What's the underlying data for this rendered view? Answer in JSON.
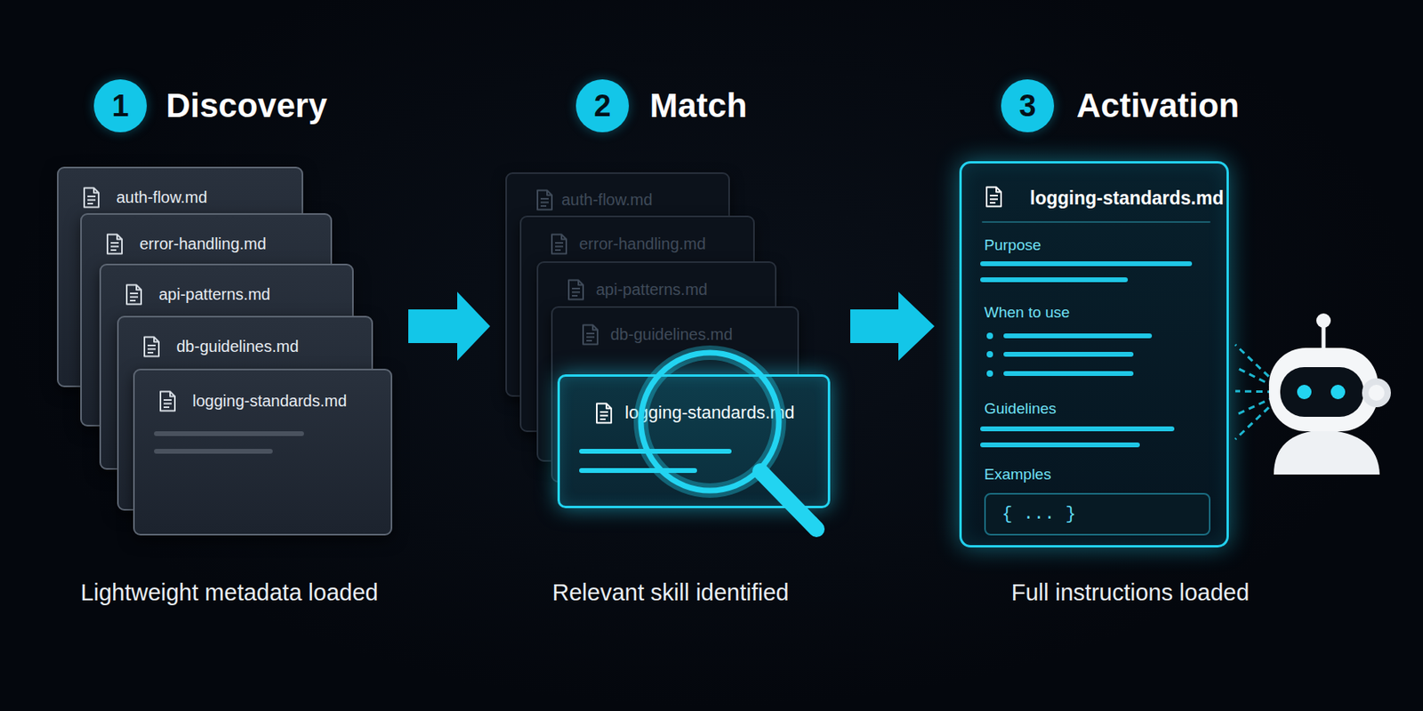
{
  "diagram": {
    "nodes": [
      {
        "text": [
          "1"
        ]
      },
      {
        "text": [
          "auth-flow.md"
        ]
      },
      {
        "text": [
          "error-handling.md"
        ]
      },
      {
        "text": [
          "api-patterns.md"
        ]
      },
      {
        "text": [
          "db-guidelines.md"
        ]
      },
      {
        "text": [
          "logging-standards.md"
        ]
      },
      {
        "text": [
          "2"
        ]
      },
      {
        "text": [
          "auth-flow.md"
        ]
      },
      {
        "text": [
          "error-handling.md"
        ]
      },
      {
        "text": [
          "api-patterns.md"
        ]
      },
      {
        "text": [
          "db-guidelines.md"
        ]
      },
      {
        "text": [
          "logging-standards.md"
        ]
      },
      {
        "text": [
          "3"
        ]
      },
      {
        "text": [
          "logging-standards.md",
          "Purpose",
          "When to use",
          "Guidelines",
          "Examples"
        ]
      },
      {
        "text": [
          "{ ... }"
        ],
        "in": 13
      }
    ],
    "labels": [
      "Discovery",
      "Match",
      "Activation",
      "Lightweight metadata loaded",
      "Relevant skill identified",
      "Full instructions loaded"
    ]
  }
}
